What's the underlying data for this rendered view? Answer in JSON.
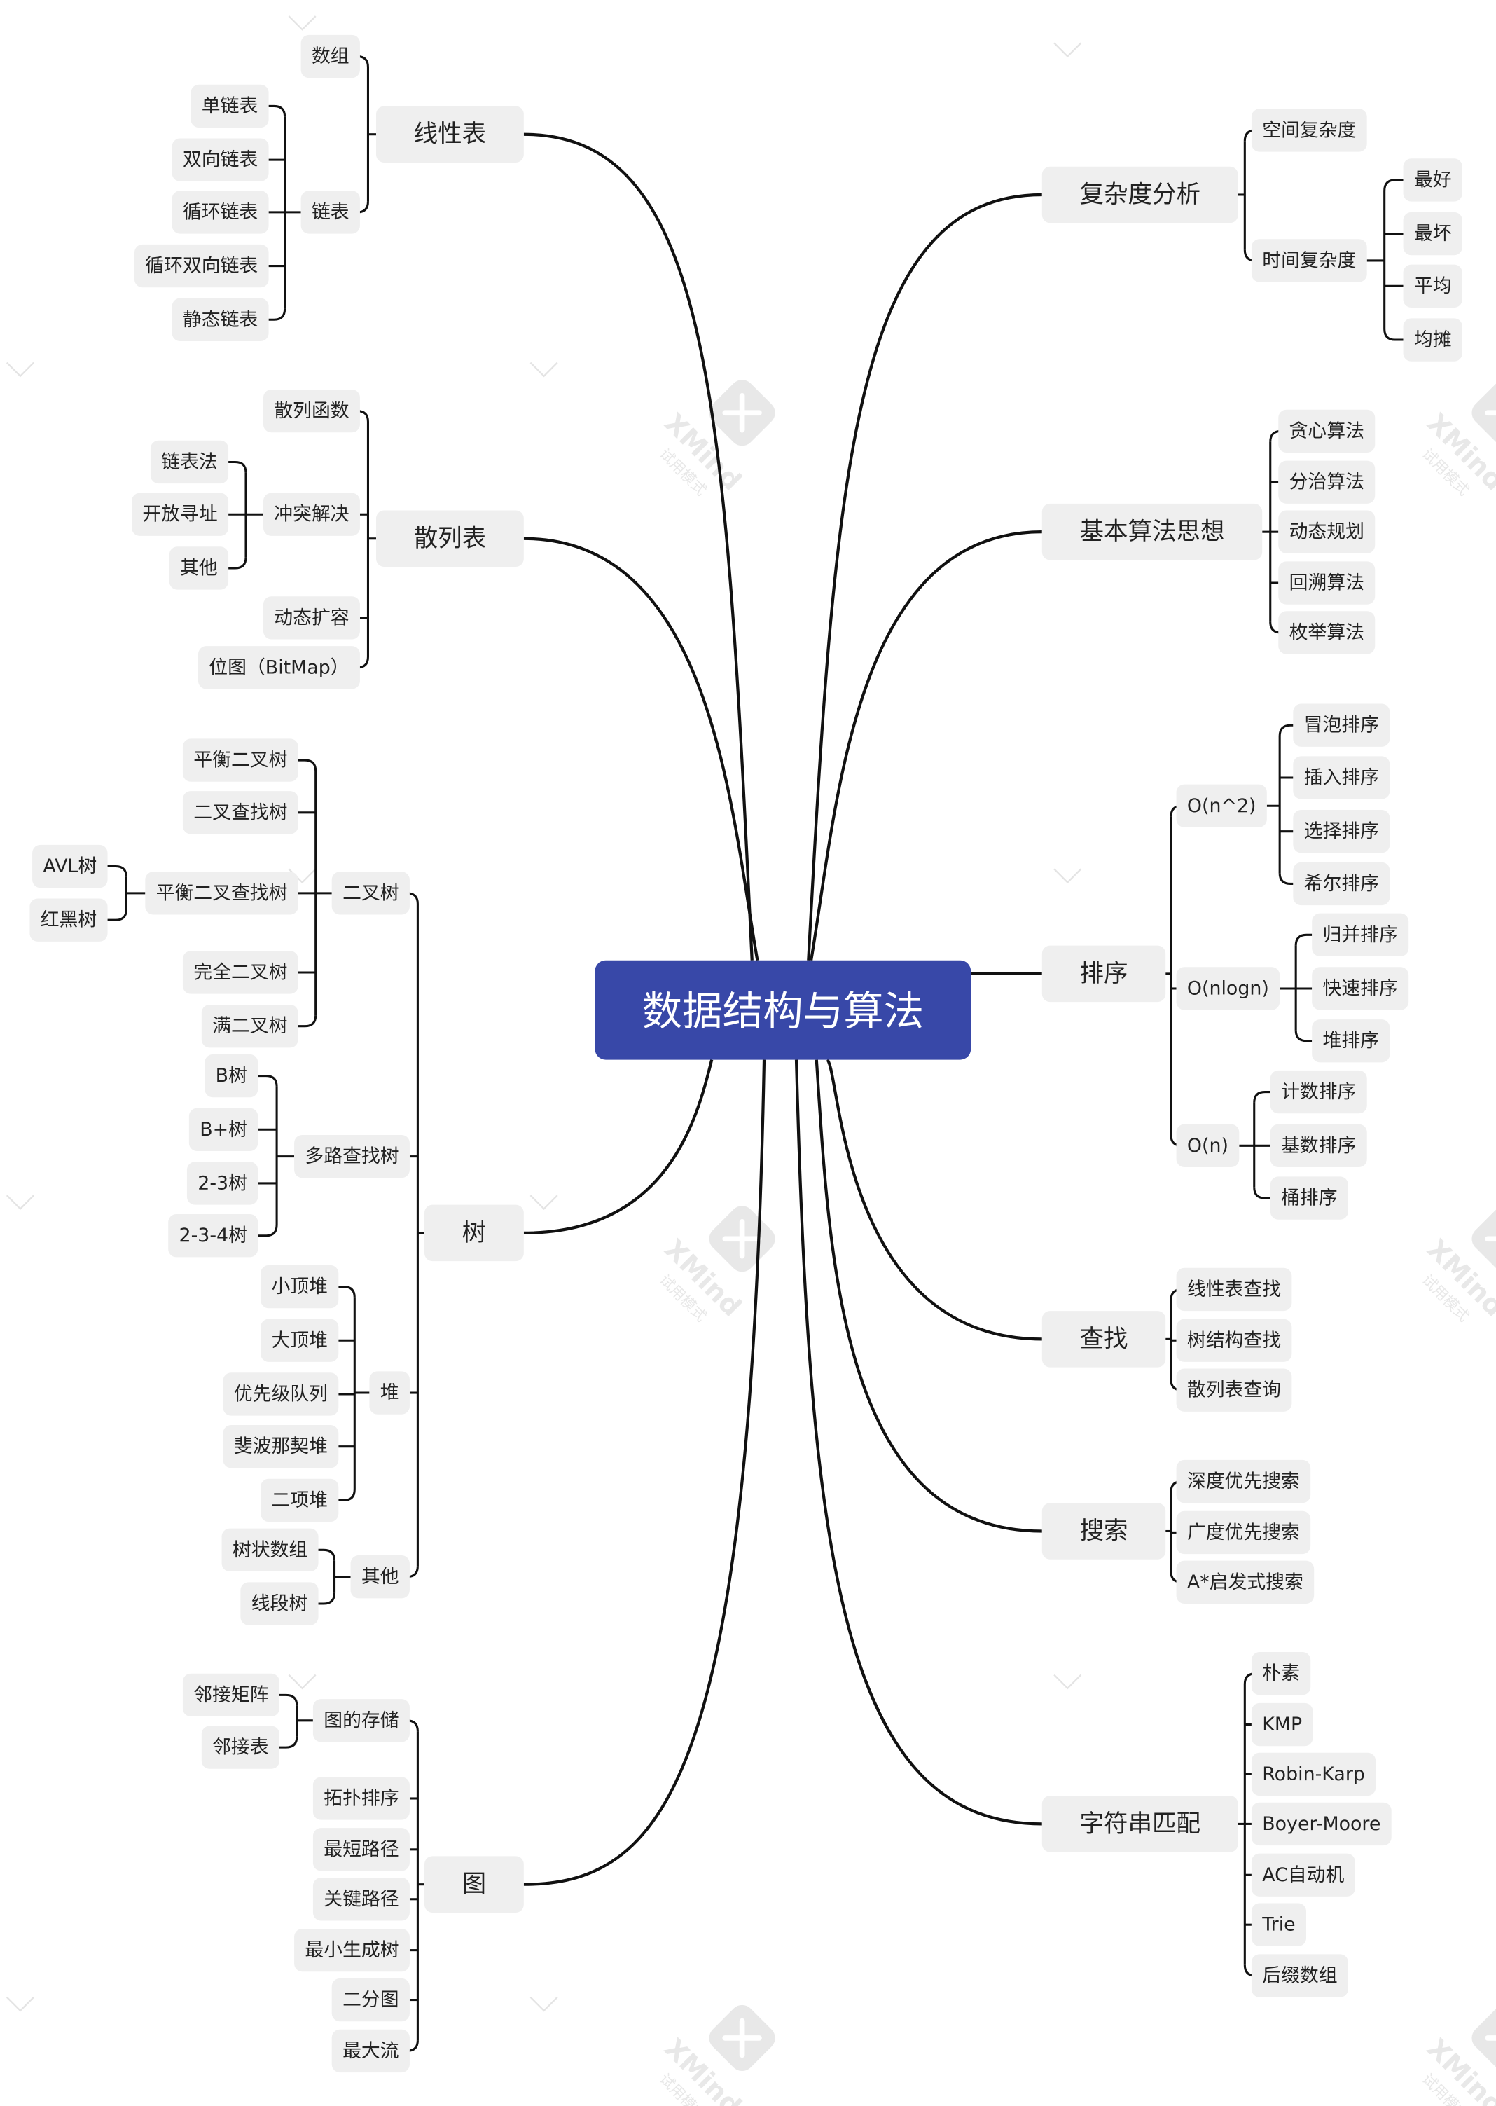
{
  "root": "数据结构与算法",
  "colors": {
    "root_fill": "#3848a8",
    "root_text": "#ffffff",
    "topic_fill": "#efefef",
    "topic_text": "#222222",
    "line": "#111111",
    "watermark": "#e4e4e4"
  },
  "watermark": {
    "brand": "XMind",
    "sub": "试用模式"
  },
  "left": [
    {
      "label": "线性表",
      "children": [
        {
          "label": "数组"
        },
        {
          "label": "链表",
          "children": [
            {
              "label": "单链表"
            },
            {
              "label": "双向链表"
            },
            {
              "label": "循环链表"
            },
            {
              "label": "循环双向链表"
            },
            {
              "label": "静态链表"
            }
          ]
        }
      ]
    },
    {
      "label": "散列表",
      "children": [
        {
          "label": "散列函数"
        },
        {
          "label": "冲突解决",
          "children": [
            {
              "label": "链表法"
            },
            {
              "label": "开放寻址"
            },
            {
              "label": "其他"
            }
          ]
        },
        {
          "label": "动态扩容"
        },
        {
          "label": "位图（BitMap）"
        }
      ]
    },
    {
      "label": "树",
      "children": [
        {
          "label": "二叉树",
          "children": [
            {
              "label": "平衡二叉树"
            },
            {
              "label": "二叉查找树"
            },
            {
              "label": "平衡二叉查找树",
              "children": [
                {
                  "label": "AVL树"
                },
                {
                  "label": "红黑树"
                }
              ]
            },
            {
              "label": "完全二叉树"
            },
            {
              "label": "满二叉树"
            }
          ]
        },
        {
          "label": "多路查找树",
          "children": [
            {
              "label": "B树"
            },
            {
              "label": "B+树"
            },
            {
              "label": "2-3树"
            },
            {
              "label": "2-3-4树"
            }
          ]
        },
        {
          "label": "堆",
          "children": [
            {
              "label": "小顶堆"
            },
            {
              "label": "大顶堆"
            },
            {
              "label": "优先级队列"
            },
            {
              "label": "斐波那契堆"
            },
            {
              "label": "二项堆"
            }
          ]
        },
        {
          "label": "其他",
          "children": [
            {
              "label": "树状数组"
            },
            {
              "label": "线段树"
            }
          ]
        }
      ]
    },
    {
      "label": "图",
      "children": [
        {
          "label": "图的存储",
          "children": [
            {
              "label": "邻接矩阵"
            },
            {
              "label": "邻接表"
            }
          ]
        },
        {
          "label": "拓扑排序"
        },
        {
          "label": "最短路径"
        },
        {
          "label": "关键路径"
        },
        {
          "label": "最小生成树"
        },
        {
          "label": "二分图"
        },
        {
          "label": "最大流"
        }
      ]
    }
  ],
  "right": [
    {
      "label": "复杂度分析",
      "children": [
        {
          "label": "空间复杂度"
        },
        {
          "label": "时间复杂度",
          "children": [
            {
              "label": "最好"
            },
            {
              "label": "最坏"
            },
            {
              "label": "平均"
            },
            {
              "label": "均摊"
            }
          ]
        }
      ]
    },
    {
      "label": "基本算法思想",
      "children": [
        {
          "label": "贪心算法"
        },
        {
          "label": "分治算法"
        },
        {
          "label": "动态规划"
        },
        {
          "label": "回溯算法"
        },
        {
          "label": "枚举算法"
        }
      ]
    },
    {
      "label": "排序",
      "children": [
        {
          "label": "O(n^2)",
          "children": [
            {
              "label": "冒泡排序"
            },
            {
              "label": "插入排序"
            },
            {
              "label": "选择排序"
            },
            {
              "label": "希尔排序"
            }
          ]
        },
        {
          "label": "O(nlogn)",
          "children": [
            {
              "label": "归并排序"
            },
            {
              "label": "快速排序"
            },
            {
              "label": "堆排序"
            }
          ]
        },
        {
          "label": "O(n)",
          "children": [
            {
              "label": "计数排序"
            },
            {
              "label": "基数排序"
            },
            {
              "label": "桶排序"
            }
          ]
        }
      ]
    },
    {
      "label": "查找",
      "children": [
        {
          "label": "线性表查找"
        },
        {
          "label": "树结构查找"
        },
        {
          "label": "散列表查询"
        }
      ]
    },
    {
      "label": "搜索",
      "children": [
        {
          "label": "深度优先搜索"
        },
        {
          "label": "广度优先搜索"
        },
        {
          "label": "A*启发式搜索"
        }
      ]
    },
    {
      "label": "字符串匹配",
      "children": [
        {
          "label": "朴素"
        },
        {
          "label": "KMP"
        },
        {
          "label": "Robin-Karp"
        },
        {
          "label": "Boyer-Moore"
        },
        {
          "label": "AC自动机"
        },
        {
          "label": "Trie"
        },
        {
          "label": "后缀数组"
        }
      ]
    }
  ]
}
